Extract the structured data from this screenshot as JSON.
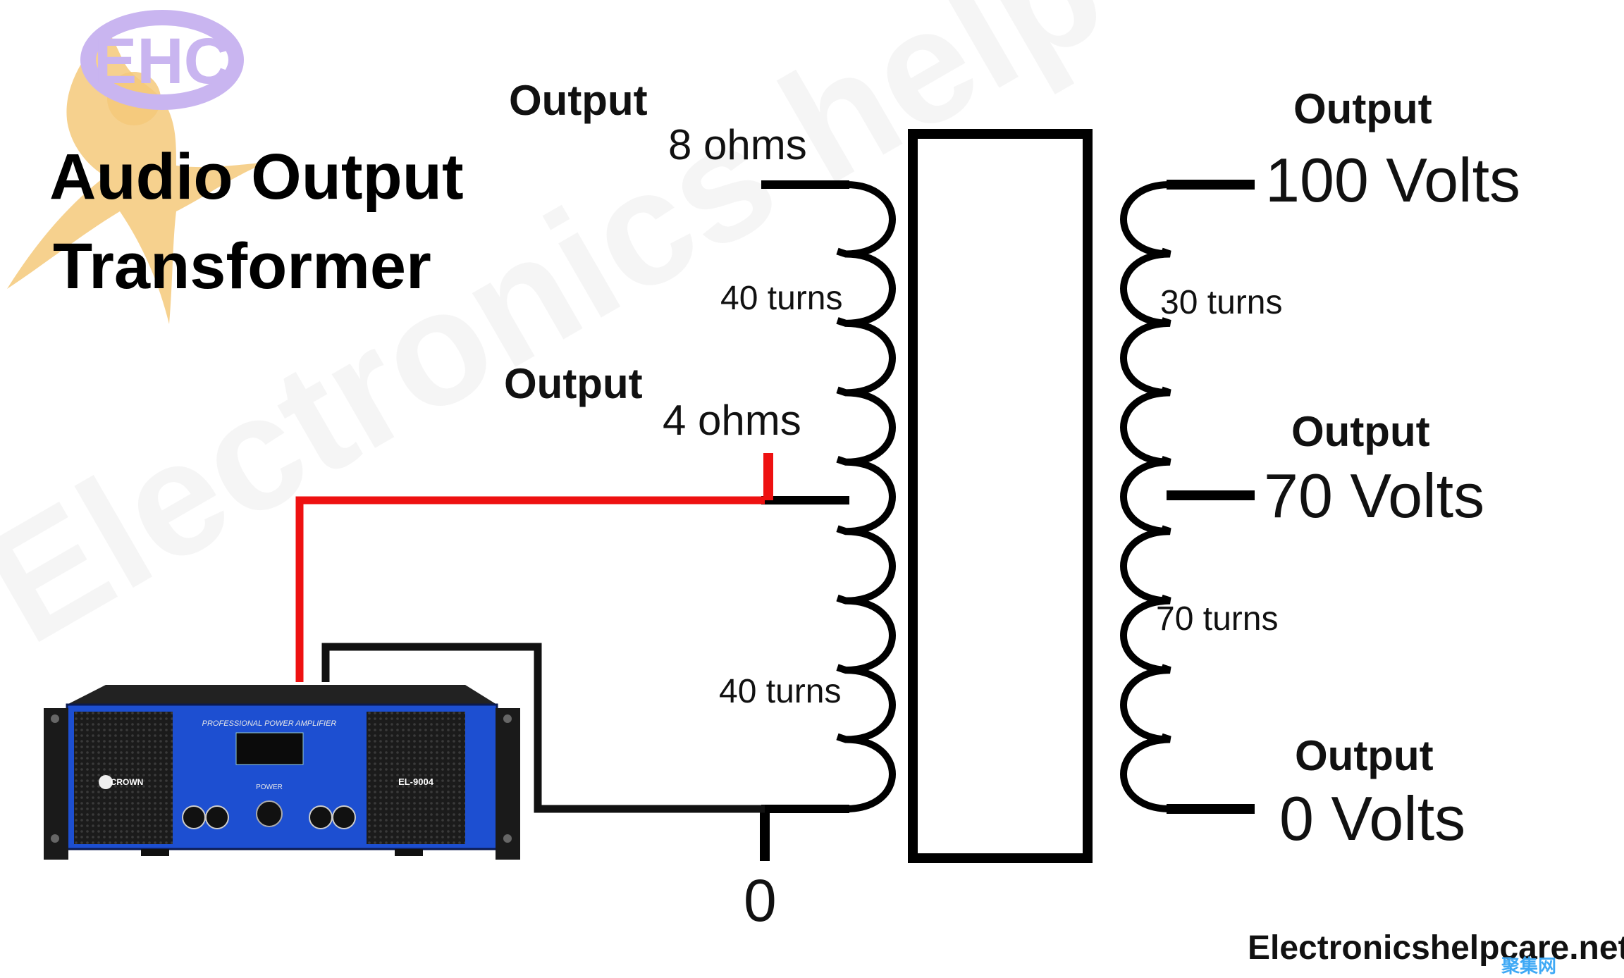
{
  "title": {
    "line1": "Audio Output",
    "line2": "Transformer"
  },
  "logo": {
    "text": "EHC",
    "ring_color": "#c9b5f0",
    "figure_color": "#f4c97a",
    "text_color": "#c9b5f0"
  },
  "watermark": "Electronics help care",
  "primary": {
    "tap_8": {
      "heading": "Output",
      "value": "8 ohms"
    },
    "tap_4": {
      "heading": "Output",
      "value": "4 ohms"
    },
    "turns_upper": "40 turns",
    "turns_lower": "40 turns",
    "zero_label": "0"
  },
  "secondary": {
    "tap_100": {
      "heading": "Output",
      "value": "100 Volts"
    },
    "tap_70": {
      "heading": "Output",
      "value": "70 Volts"
    },
    "tap_0": {
      "heading": "Output",
      "value": "0 Volts"
    },
    "turns_upper": "30 turns",
    "turns_lower": "70 turns"
  },
  "amplifier": {
    "header": "PROFESSIONAL POWER AMPLIFIER",
    "brand": "CROWN",
    "model": "EL-9004",
    "power_label": "POWER",
    "body_color": "#1d4fd1"
  },
  "wires": {
    "signal_color": "#ee1111",
    "ground_color": "#111111"
  },
  "footer": {
    "site": "Electronicshelpcare.net",
    "stamp": "聚集网",
    "stamp_color": "#3fa9f5"
  }
}
